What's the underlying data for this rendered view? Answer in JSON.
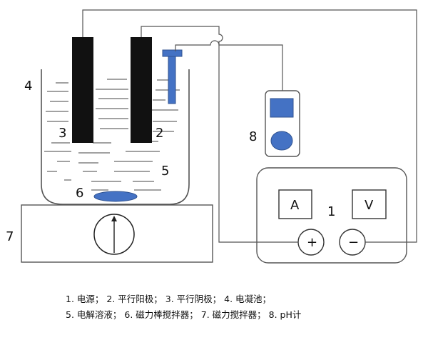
{
  "labels": {
    "power_supply": "1",
    "anode": "2",
    "cathode": "3",
    "cell": "4",
    "electrolyte": "5",
    "stir_bar": "6",
    "stirrer": "7",
    "ph_meter": "8"
  },
  "power_supply": {
    "ammeter": "A",
    "voltmeter": "V",
    "plus": "+",
    "minus": "−"
  },
  "legend": {
    "line1": "1. 电源； 2. 平行阳极； 3. 平行阴极； 4. 电凝池；",
    "line2": "5. 电解溶液； 6. 磁力棒搅拌器； 7. 磁力搅拌器； 8.  pH计"
  },
  "colors": {
    "electrode": "#111111",
    "probe": "#4472c4",
    "outline": "#555555"
  }
}
